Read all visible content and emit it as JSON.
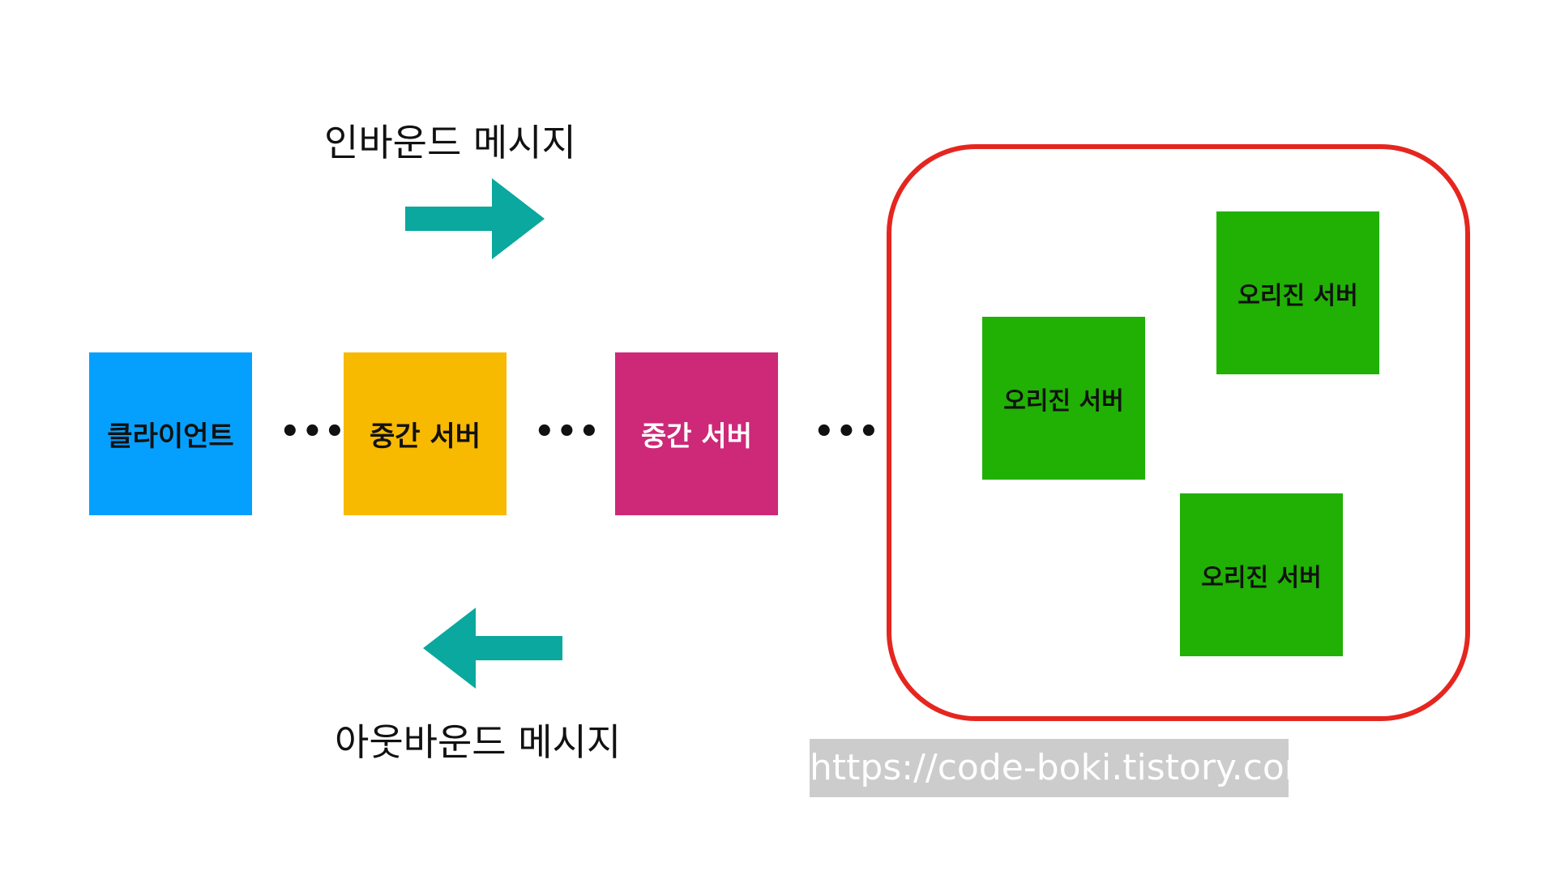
{
  "diagram": {
    "inbound_label": "인바운드 메시지",
    "outbound_label": "아웃바운드 메시지",
    "nodes": {
      "client": "클라이언트",
      "intermediate_1": "중간 서버",
      "intermediate_2": "중간 서버",
      "origin_a": "오리진 서버",
      "origin_b": "오리진 서버",
      "origin_c": "오리진 서버"
    },
    "ellipsis": "•••",
    "watermark": "https://code-boki.tistory.com"
  },
  "colors": {
    "client": "#05a0fd",
    "intermediate_1": "#f8b901",
    "intermediate_2": "#cd2978",
    "origin": "#21b004",
    "arrow": "#0aa89e",
    "group_border": "#e5261f",
    "watermark_bg": "#cccccc"
  },
  "icons": {
    "inbound_arrow": "arrow-right-icon",
    "outbound_arrow": "arrow-left-icon"
  }
}
